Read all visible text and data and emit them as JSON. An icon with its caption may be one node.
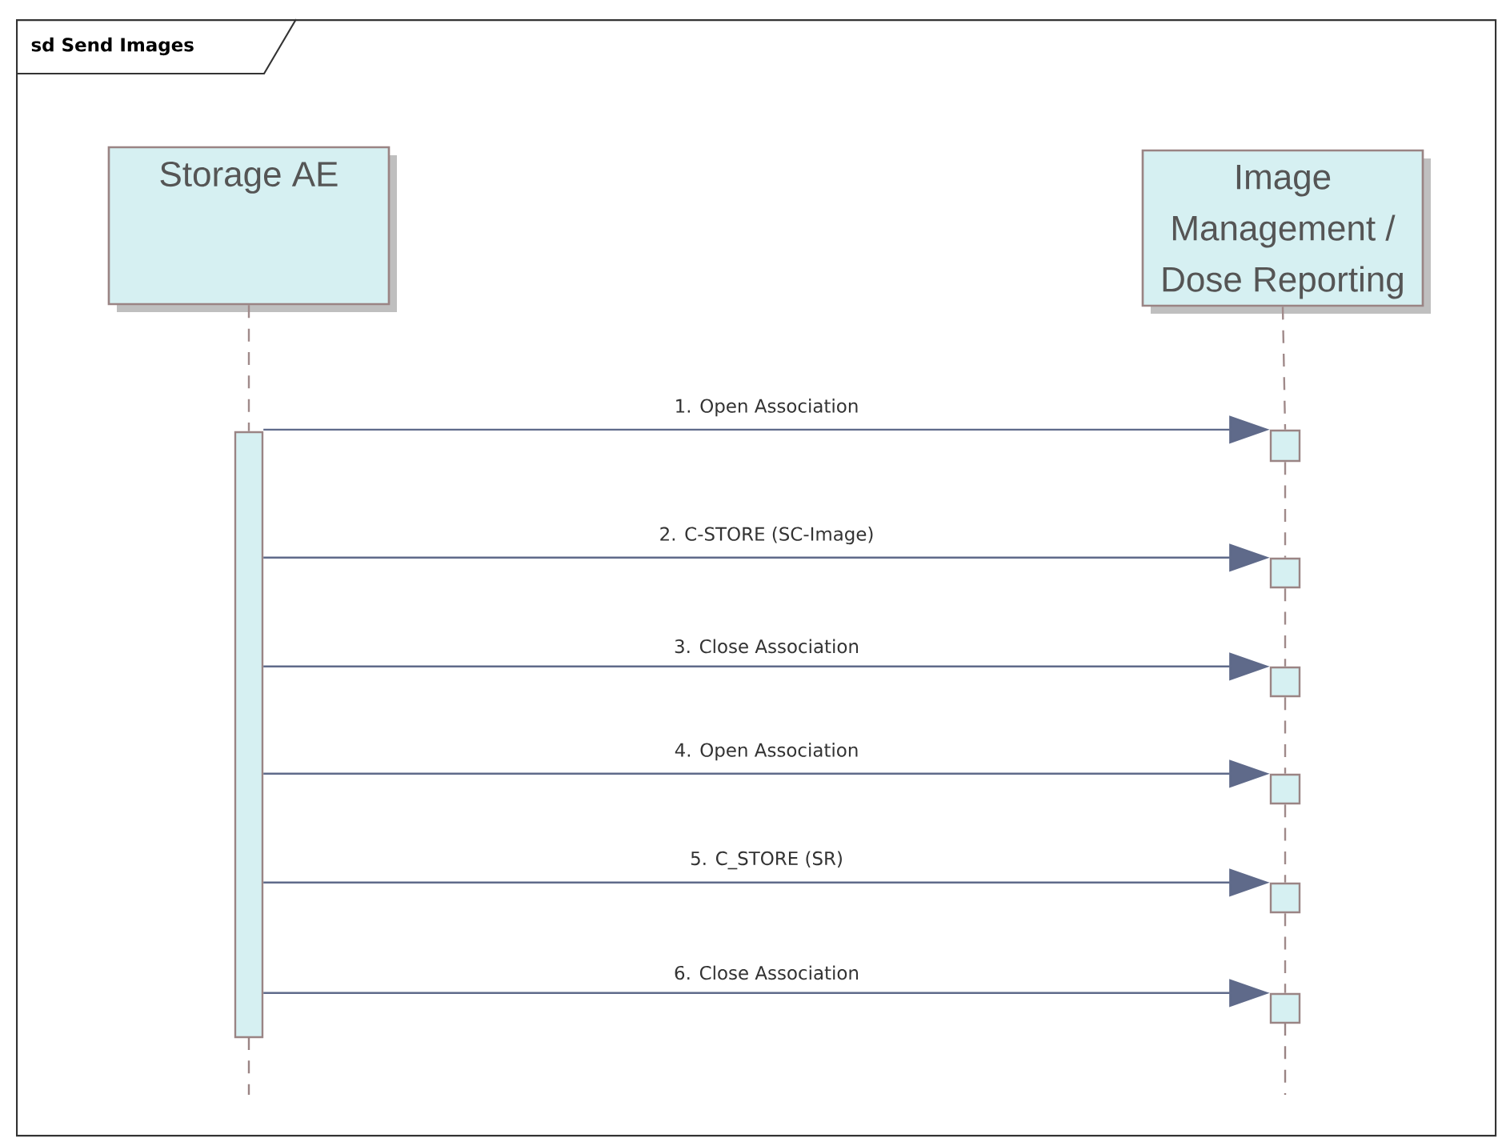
{
  "diagram": {
    "nodes": [
      {
        "text": [
          "sd Send Images"
        ]
      },
      {
        "text": [
          "Storage AE"
        ],
        "in": 0
      },
      {
        "text": [
          "Image Management / Dose Reporting"
        ],
        "in": 0
      },
      {
        "text": [],
        "shape": "box",
        "in": 0
      },
      {
        "text": [],
        "shape": "box",
        "in": 0
      },
      {
        "text": [],
        "shape": "box",
        "in": 0
      },
      {
        "text": [],
        "shape": "box",
        "in": 0
      },
      {
        "text": [],
        "shape": "box",
        "in": 0
      },
      {
        "text": [],
        "shape": "box",
        "in": 0
      },
      {
        "text": [],
        "shape": "box",
        "in": 0
      }
    ],
    "edges": [
      {
        "from": 1,
        "to": 3,
        "arrow": "none",
        "style": "dashed",
        "color": "#a08a8a"
      },
      {
        "from": 2,
        "to": 4,
        "arrow": "none",
        "style": "dashed",
        "color": "#a08a8a"
      },
      {
        "from": 4,
        "to": 5,
        "arrow": "none",
        "style": "dashed",
        "color": "#a08a8a"
      },
      {
        "from": 5,
        "to": 6,
        "arrow": "none",
        "style": "dashed",
        "color": "#a08a8a"
      },
      {
        "from": 6,
        "to": 7,
        "arrow": "none",
        "style": "dashed",
        "color": "#a08a8a"
      },
      {
        "from": 7,
        "to": 8,
        "arrow": "none",
        "style": "dashed",
        "color": "#a08a8a"
      },
      {
        "from": 8,
        "to": 9,
        "arrow": "none",
        "style": "dashed",
        "color": "#a08a8a"
      },
      {
        "from": 3,
        "to": 4,
        "arrow": "to",
        "label": "1. Open Association"
      },
      {
        "from": 3,
        "to": 5,
        "arrow": "to",
        "label": "2. C-STORE (SC-Image)"
      },
      {
        "from": 3,
        "to": 6,
        "arrow": "to",
        "label": "3. Close Association"
      },
      {
        "from": 3,
        "to": 7,
        "arrow": "to",
        "label": "4. Open Association"
      },
      {
        "from": 3,
        "to": 8,
        "arrow": "to",
        "label": "5. C_STORE (SR)"
      },
      {
        "from": 3,
        "to": 9,
        "arrow": "to",
        "label": "6. Close Association"
      }
    ]
  }
}
